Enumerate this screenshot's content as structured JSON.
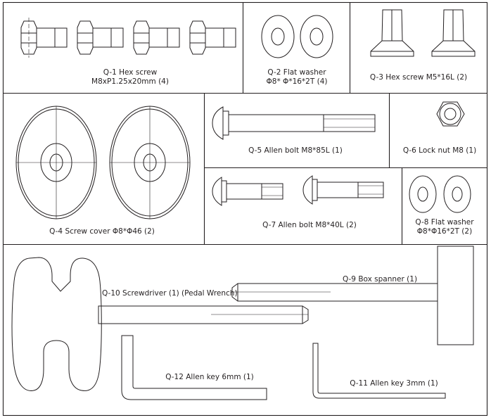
{
  "parts": [
    {
      "id": "Q-1",
      "name_line1": "Q-1 Hex screw",
      "name_line2": "M8xP1.25x20mm (4)"
    },
    {
      "id": "Q-2",
      "name_line1": "Q-2 Flat washer",
      "name_line2": "Φ8* Φ*16*2T (4)"
    },
    {
      "id": "Q-3",
      "name": "Q-3 Hex screw M5*16L (2)"
    },
    {
      "id": "Q-4",
      "name": "Q-4 Screw cover Φ8*Φ46 (2)"
    },
    {
      "id": "Q-5",
      "name": "Q-5 Allen bolt M8*85L (1)"
    },
    {
      "id": "Q-6",
      "name": "Q-6  Lock nut M8 (1)"
    },
    {
      "id": "Q-7",
      "name": "Q-7 Allen bolt M8*40L (2)"
    },
    {
      "id": "Q-8",
      "name_line1": "Q-8 Flat washer",
      "name_line2": "Φ8*Φ16*2T (2)"
    },
    {
      "id": "Q-9",
      "name": "Q-9 Box spanner (1)"
    },
    {
      "id": "Q-10",
      "name": "Q-10 Screwdriver (1) (Pedal Wrench)"
    },
    {
      "id": "Q-11",
      "name": "Q-11 Allen key 3mm (1)"
    },
    {
      "id": "Q-12",
      "name": "Q-12 Allen key 6mm (1)"
    }
  ]
}
